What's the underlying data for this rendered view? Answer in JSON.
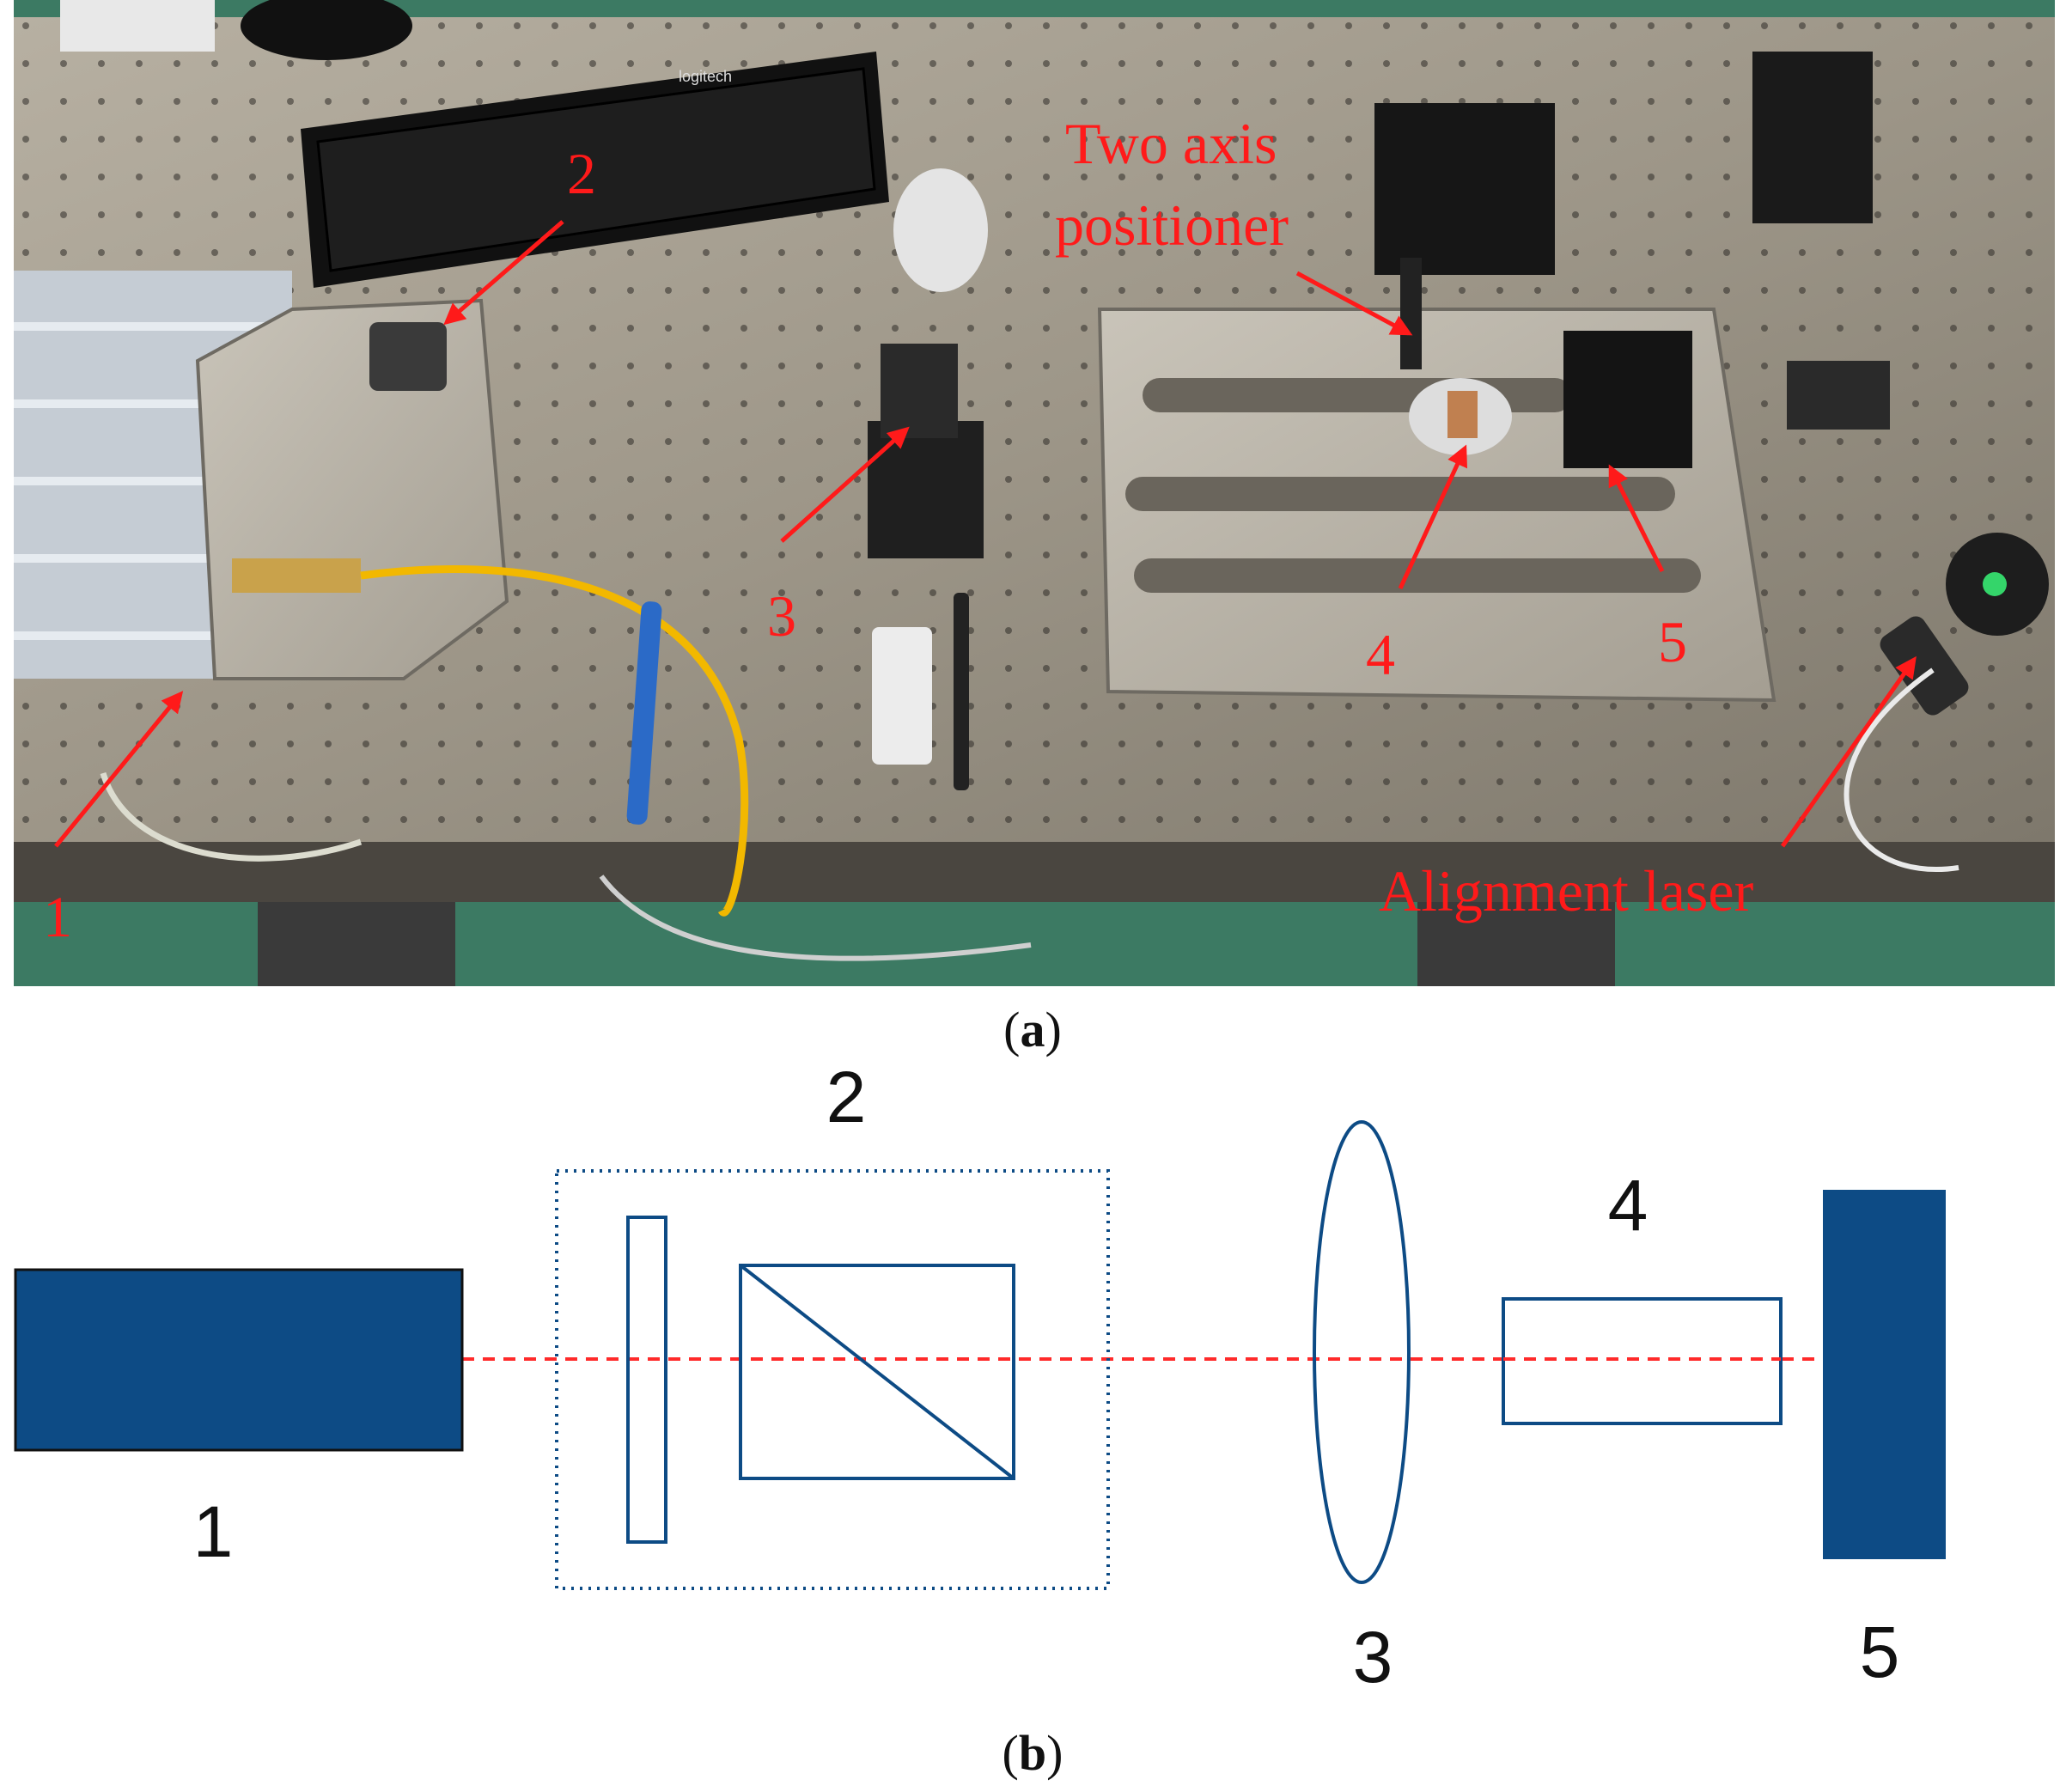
{
  "figure": {
    "panel_a": {
      "caption_open": "(",
      "caption_letter": "a",
      "caption_close": ")",
      "labels": {
        "num1": "1",
        "num2": "2",
        "num3": "3",
        "num4": "4",
        "num5": "5",
        "positioner_line1": "Two axis",
        "positioner_line2": "positioner",
        "alignment_laser": "Alignment laser"
      },
      "keyboard_brand": "logitech"
    },
    "panel_b": {
      "caption_open": "(",
      "caption_letter": "b",
      "caption_close": ")",
      "labels": {
        "num1": "1",
        "num2": "2",
        "num3": "3",
        "num4": "4",
        "num5": "5"
      }
    },
    "colors": {
      "annotation_red": "#ff1a1a",
      "schematic_blue": "#0d4b85",
      "beam_red": "#ff2a2a",
      "table_metal": "#9a9385",
      "floor_green": "#3c7a63",
      "fiber_yellow": "#f2b800"
    }
  }
}
